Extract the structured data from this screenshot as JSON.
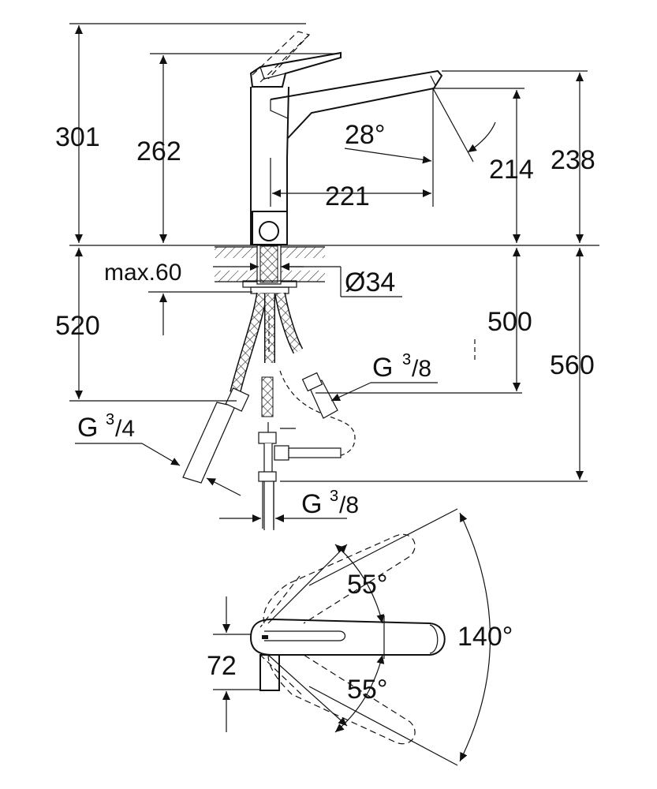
{
  "side_view": {
    "heights": {
      "total": "301",
      "lever": "262",
      "spout_outlet": "214",
      "spout_top": "238"
    },
    "reach": "221",
    "spout_angle": "28°",
    "deck_thickness": "max.60",
    "hole_diameter": "Ø34",
    "below_deck": {
      "main_hose": "520",
      "lines": "500",
      "total": "560"
    },
    "connections": {
      "left_base": "G",
      "left_num": "3",
      "left_den": "/4",
      "right_base": "G",
      "right_num": "3",
      "right_den": "/8",
      "bottom_base": "G",
      "bottom_num": "3",
      "bottom_den": "/8"
    }
  },
  "top_view": {
    "width": "72",
    "angle_upper": "55°",
    "angle_lower": "55°",
    "angle_total": "140°"
  }
}
